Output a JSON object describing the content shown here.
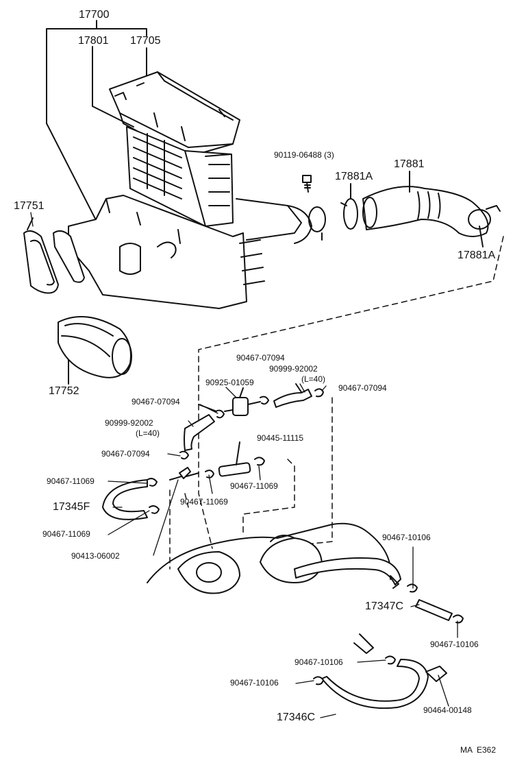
{
  "labels": {
    "l17700": "17700",
    "l17801": "17801",
    "l17705": "17705",
    "l17751": "17751",
    "l17752": "17752",
    "l90119": "90119-06488 (3)",
    "l17881": "17881",
    "l17881A_top": "17881A",
    "l17881A_bot": "17881A",
    "l90467_07094_a": "90467-07094",
    "l90925": "90925-01059",
    "l90999_a": "90999-92002",
    "l90999_a_len": "(L=40)",
    "l90467_07094_b": "90467-07094",
    "l90467_07094_c": "90467-07094",
    "l90999_b": "90999-92002",
    "l90999_b_len": "(L=40)",
    "l90445": "90445-11115",
    "l90467_07094_d": "90467-07094",
    "l90467_11069_a": "90467-11069",
    "l90467_11069_b": "90467-11069",
    "l17345F": "17345F",
    "l90467_11069_c": "90467-11069",
    "l90467_11069_d": "90467-11069",
    "l90413": "90413-06002",
    "l90467_10106_a": "90467-10106",
    "l17347C": "17347C",
    "l90467_10106_b": "90467-10106",
    "l90467_10106_c": "90467-10106",
    "l90467_10106_d": "90467-10106",
    "l90464": "90464-00148",
    "l17346C": "17346C",
    "footer": "MA  E362"
  }
}
